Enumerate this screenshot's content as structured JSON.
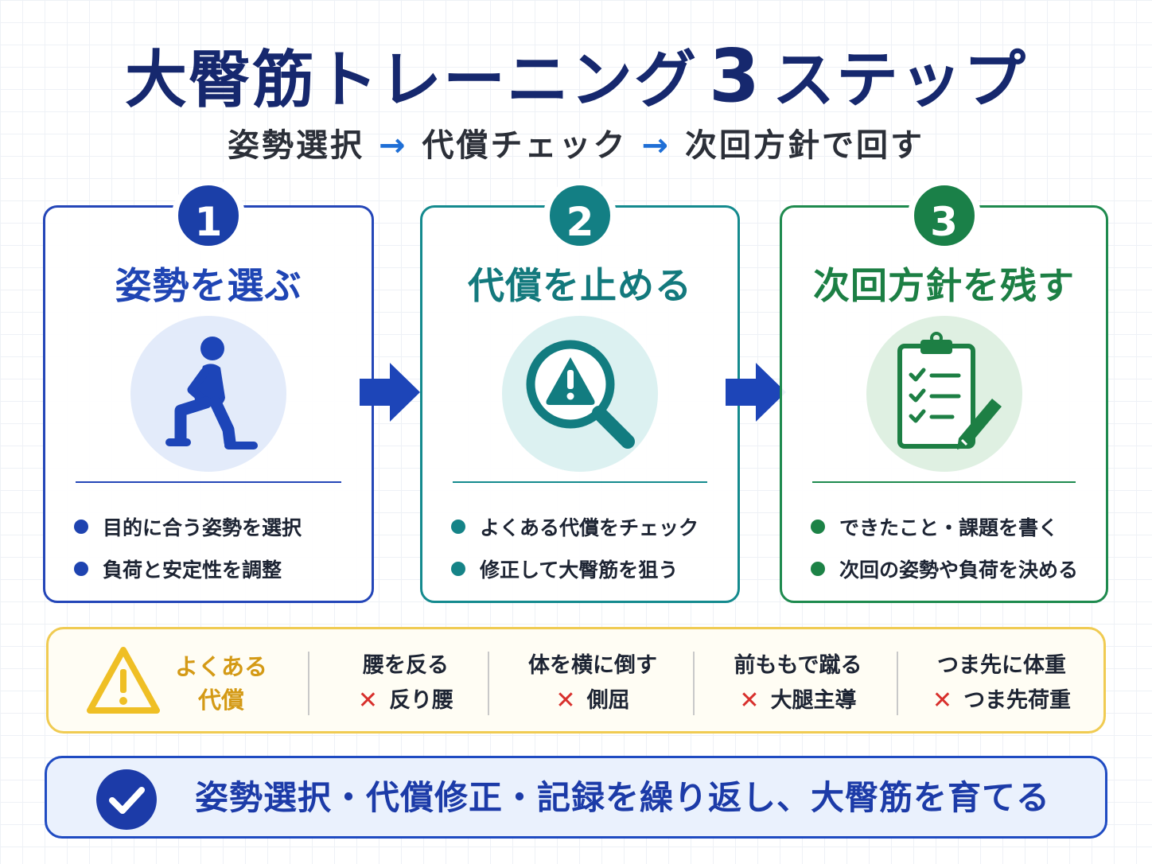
{
  "title": {
    "text": "大臀筋トレーニング",
    "number": "3",
    "suffix": "ステップ"
  },
  "subtitle": {
    "steps": [
      "姿勢選択",
      "代償チェック",
      "次回方針で回す"
    ],
    "arrow": "→"
  },
  "colors": {
    "step1": "#1b3fa8",
    "step2": "#137f84",
    "step3": "#1a8048",
    "warning": "#f0cb52",
    "error": "#d8302c"
  },
  "steps": [
    {
      "number": "1",
      "title": "姿勢を選ぶ",
      "icon": "lunge-person-icon",
      "bullets": [
        "目的に合う姿勢を選択",
        "負荷と安定性を調整"
      ]
    },
    {
      "number": "2",
      "title": "代償を止める",
      "icon": "magnifier-warning-icon",
      "bullets": [
        "よくある代償をチェック",
        "修正して大臀筋を狙う"
      ]
    },
    {
      "number": "3",
      "title": "次回方針を残す",
      "icon": "clipboard-checklist-icon",
      "bullets": [
        "できたこと・課題を書く",
        "次回の姿勢や負荷を決める"
      ]
    }
  ],
  "pitfalls": {
    "label_line1": "よくある",
    "label_line2": "代償",
    "x_mark": "✕",
    "items": [
      {
        "head": "腰を反る",
        "bad": "反り腰"
      },
      {
        "head": "体を横に倒す",
        "bad": "側屈"
      },
      {
        "head": "前ももで蹴る",
        "bad": "大腿主導"
      },
      {
        "head": "つま先に体重",
        "bad": "つま先荷重"
      }
    ]
  },
  "summary": {
    "text": "姿勢選択・代償修正・記録を繰り返し、大臀筋を育てる"
  }
}
